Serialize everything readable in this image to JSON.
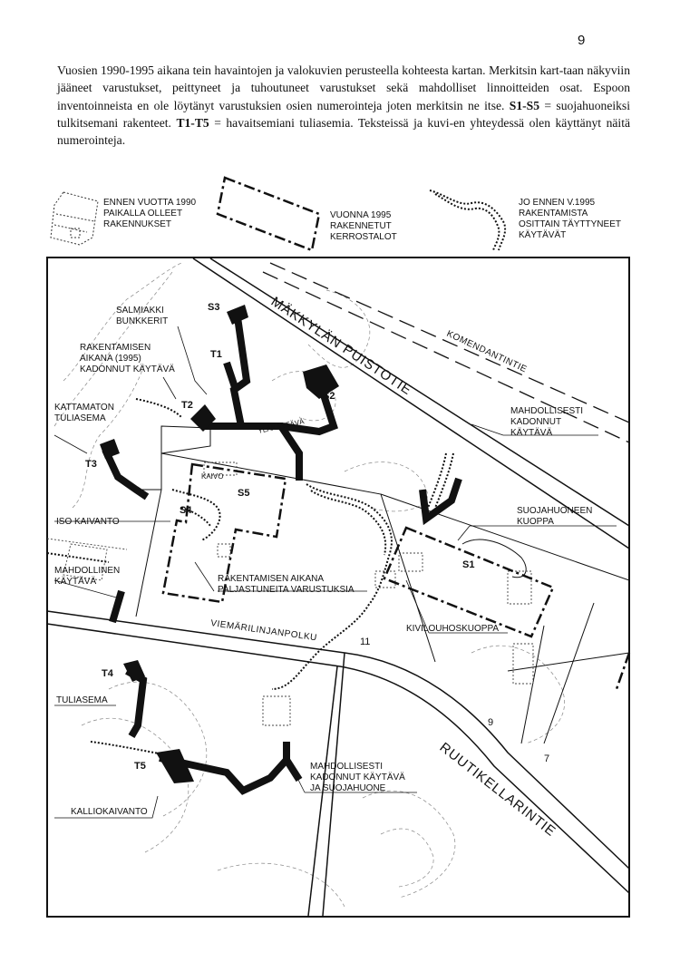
{
  "page_number": "9",
  "intro": {
    "sentence1": "Vuosien 1990-1995 aikana tein havaintojen ja valokuvien perusteella kohteesta kartan. Merkitsin kart-taan näkyviin jääneet varustukset, peittyneet ja tuhoutuneet varustukset sekä mahdolliset linnoitteiden osat. Espoon inventoinneista en ole löytänyt varustuksien osien numerointeja joten merkitsin ne itse.",
    "s_codes": "S1-S5",
    "s_desc": " = suojahuoneiksi tulkitsemani rakenteet. ",
    "t_codes": "T1-T5",
    "t_desc": " = havaitsemiani tuliasemia. Teksteissä ja kuvi-en yhteydessä olen käyttänyt näitä numerointeja."
  },
  "legend": {
    "item1": [
      "ENNEN VUOTTA 1990",
      "PAIKALLA OLLEET",
      "RAKENNUKSET"
    ],
    "item2": [
      "VUONNA 1995",
      "RAKENNETUT",
      "KERROSTALOT"
    ],
    "item3": [
      "JO ENNEN V.1995",
      "RAKENTAMISTA",
      "OSITTAIN TÄYTTYNEET",
      "KÄYTÄVÄT"
    ]
  },
  "map": {
    "roads": {
      "makkylan": "MÄKKYLÄN PUISTOTIE",
      "komendantintie": "KOMENDANTINTIE",
      "viemarilinjanpolku": "VIEMÄRILINJANPOLKU",
      "ruutikellarintie": "RUUTIKELLARINTIE"
    },
    "codes": {
      "s1": "S1",
      "s2": "S2",
      "s3": "S3",
      "s4": "S4",
      "s5": "S5",
      "t1": "T1",
      "t2": "T2",
      "t3": "T3",
      "t4": "T4",
      "t5": "T5"
    },
    "small": {
      "ylakaytava": "YLÄKÄYTÄVÄ",
      "kaivo": "KAIVO"
    },
    "labels": {
      "salmiakki": [
        "SALMIAKKI",
        "BUNKKERIT"
      ],
      "rakentamisen_1995": [
        "RAKENTAMISEN",
        "AIKANA (1995)",
        "KADONNUT KÄYTÄVÄ"
      ],
      "kattamaton": [
        "KATTAMATON",
        "TULIASEMA"
      ],
      "iso_kaivanto": "ISO KAIVANTO",
      "mahdollinen": [
        "MAHDOLLINEN",
        "KÄYTÄVÄ"
      ],
      "rakentamisen_paljastuneita": [
        "RAKENTAMISEN AIKANA",
        "PALJASTUNEITA VARUSTUKSIA"
      ],
      "kivilouhoskuoppa": "KIVILOUHOSKUOPPA",
      "mahdollisesti_kadonnut": [
        "MAHDOLLISESTI",
        "KADONNUT",
        "KÄYTÄVÄ"
      ],
      "suojahuoneen_kuoppa": [
        "SUOJAHUONEEN",
        "KUOPPA"
      ],
      "tuliasema": "TULIASEMA",
      "mahdollisesti_suojahuone": [
        "MAHDOLLISESTI",
        "KADONNUT KÄYTÄVÄ",
        "JA SUOJAHUONE"
      ],
      "kalliokaivanto": "KALLIOKAIVANTO"
    },
    "plot_numbers": {
      "n11": "11",
      "n9": "9",
      "n7": "7"
    }
  }
}
